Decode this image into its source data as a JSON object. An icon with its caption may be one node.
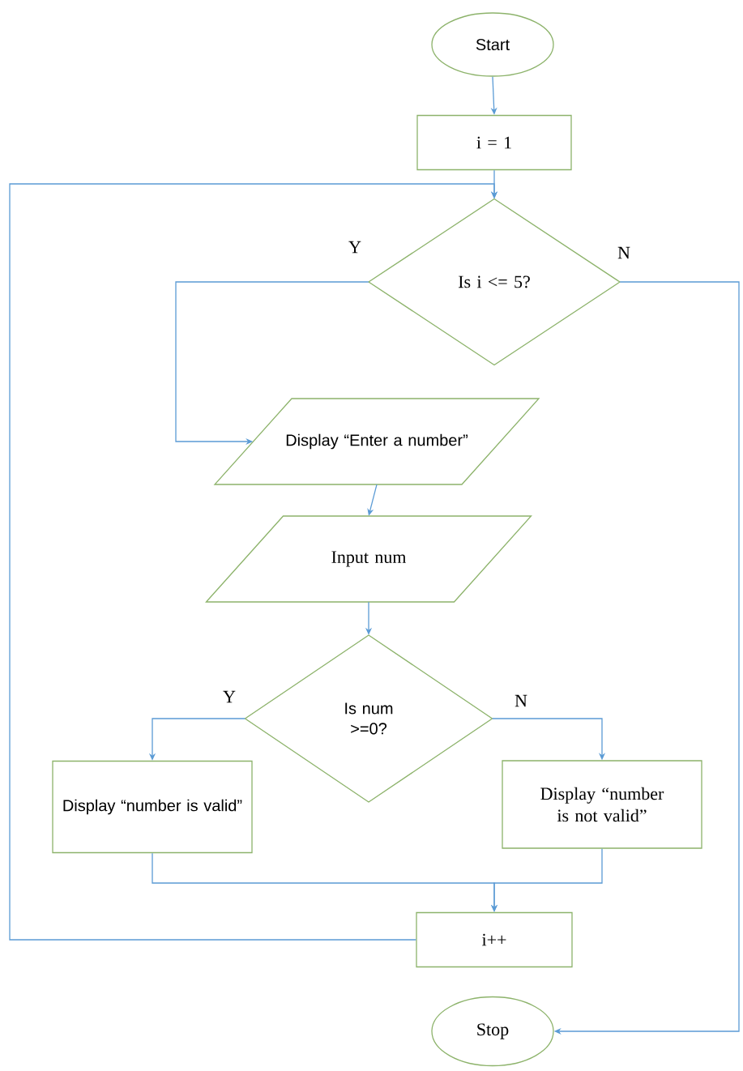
{
  "diagram": {
    "nodes": [
      {
        "text": [
          "Start"
        ]
      },
      {
        "text": [
          "i = 1"
        ]
      },
      {
        "text": [
          "Is i <= 5?"
        ]
      },
      {
        "text": [
          "Display “Enter a number”"
        ]
      },
      {
        "text": [
          "Input num"
        ]
      },
      {
        "text": [
          "Is num >=0?"
        ]
      },
      {
        "text": [
          "Display “number is valid”"
        ]
      },
      {
        "text": [
          "Display “number is not valid”"
        ]
      },
      {
        "text": [
          "i++"
        ]
      },
      {
        "text": [
          "Stop"
        ]
      }
    ],
    "edges": [
      {
        "from": 0,
        "to": 1,
        "arrow": "to"
      },
      {
        "from": 1,
        "to": 2,
        "arrow": "to"
      },
      {
        "from": 2,
        "to": 3,
        "arrow": "to",
        "label": "Y"
      },
      {
        "from": 2,
        "to": 9,
        "arrow": "to",
        "label": "N"
      },
      {
        "from": 3,
        "to": 4,
        "arrow": "to"
      },
      {
        "from": 4,
        "to": 5,
        "arrow": "to"
      },
      {
        "from": 5,
        "to": 6,
        "arrow": "to",
        "label": "Y"
      },
      {
        "from": 5,
        "to": 7,
        "arrow": "to",
        "label": "N"
      },
      {
        "from": 6,
        "to": 8,
        "arrow": "to"
      },
      {
        "from": 7,
        "to": 8,
        "arrow": "to"
      },
      {
        "from": 8,
        "to": 2,
        "arrow": "to"
      }
    ]
  }
}
